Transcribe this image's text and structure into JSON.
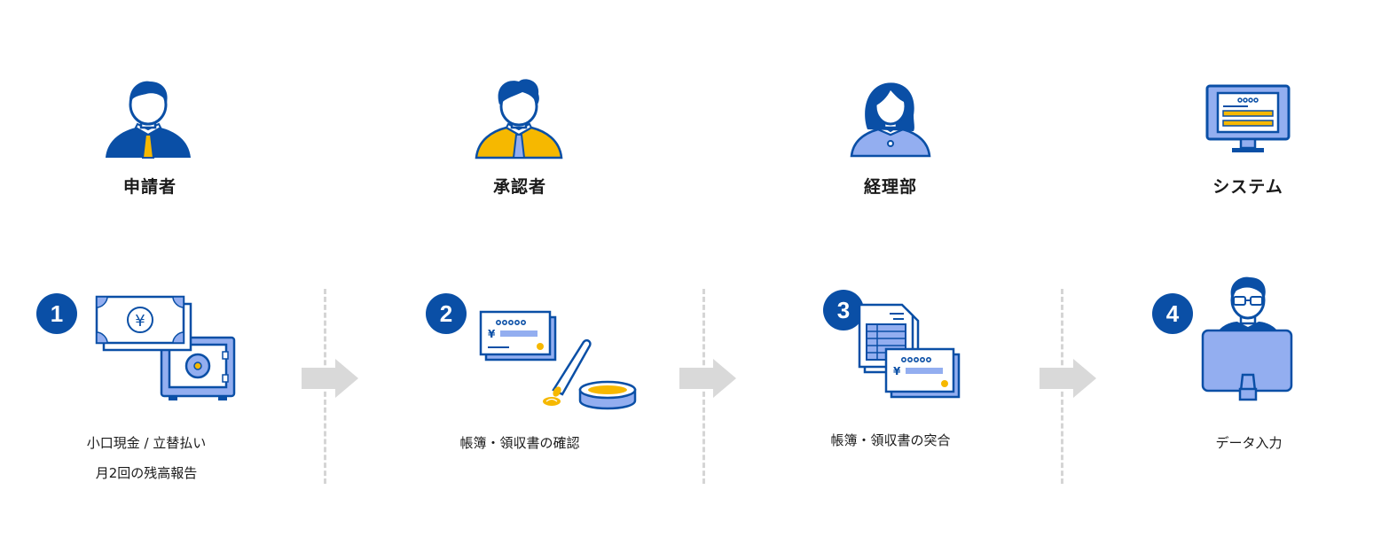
{
  "roles": [
    {
      "label": "申請者",
      "icon": "applicant-person-icon"
    },
    {
      "label": "承認者",
      "icon": "approver-person-icon"
    },
    {
      "label": "経理部",
      "icon": "accounting-person-icon"
    },
    {
      "label": "システム",
      "icon": "system-monitor-icon"
    }
  ],
  "steps": [
    {
      "number": "1",
      "line1": "小口現金 / 立替払い",
      "line2": "月2回の残高報告",
      "icon": "cash-and-safe-icon"
    },
    {
      "number": "2",
      "line1": "帳簿・領収書の確認",
      "icon": "receipt-and-stamp-icon"
    },
    {
      "number": "3",
      "line1": "帳簿・領収書の突合",
      "icon": "ledger-and-receipt-icon"
    },
    {
      "number": "4",
      "line1": "データ入力",
      "icon": "person-at-computer-icon"
    }
  ],
  "colors": {
    "primary": "#0a4fa6",
    "accent_yellow": "#f6b800",
    "light_blue": "#93aef0",
    "arrow_gray": "#d9d9d9"
  }
}
